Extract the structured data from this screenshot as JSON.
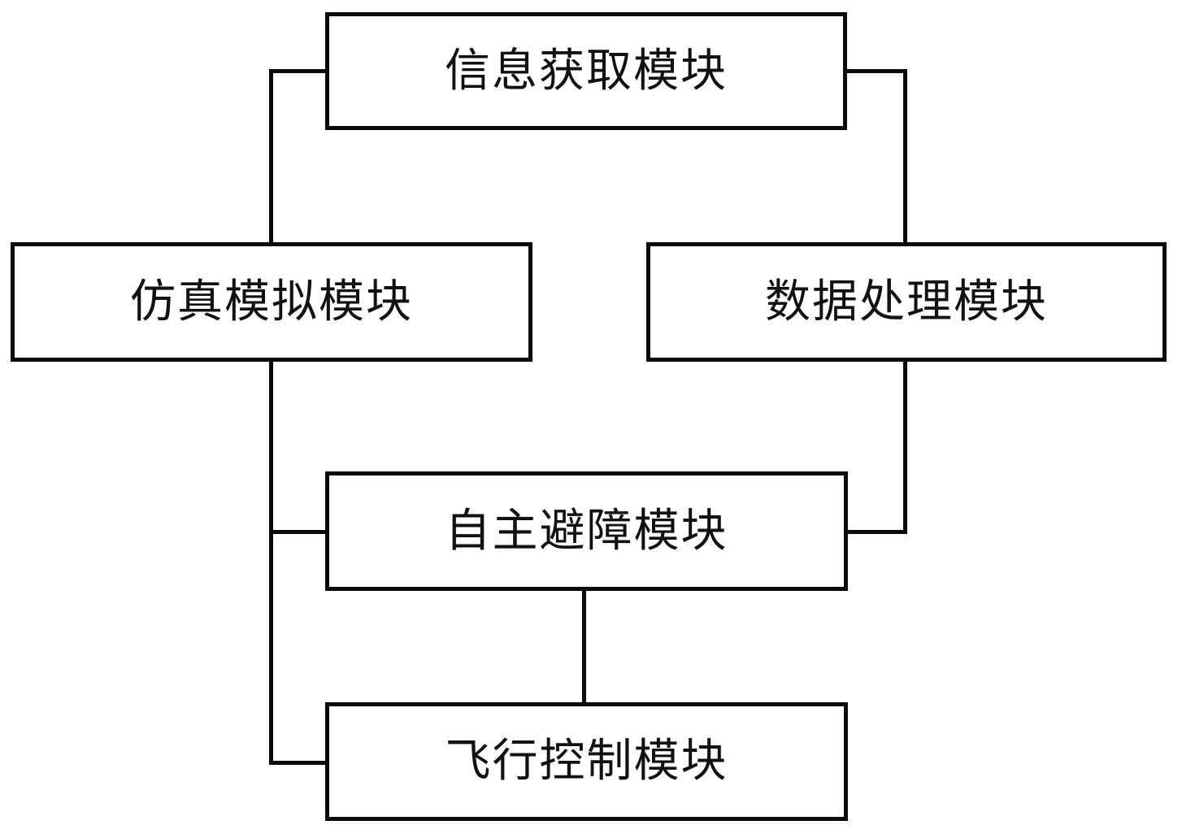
{
  "diagram": {
    "type": "block-diagram",
    "nodes": [
      {
        "id": "info",
        "label": "信息获取模块"
      },
      {
        "id": "sim",
        "label": "仿真模拟模块"
      },
      {
        "id": "data",
        "label": "数据处理模块"
      },
      {
        "id": "avoid",
        "label": "自主避障模块"
      },
      {
        "id": "flight",
        "label": "飞行控制模块"
      }
    ],
    "edges": [
      {
        "from": "info",
        "to": "sim"
      },
      {
        "from": "info",
        "to": "data"
      },
      {
        "from": "sim",
        "to": "avoid"
      },
      {
        "from": "data",
        "to": "avoid"
      },
      {
        "from": "sim",
        "to": "flight"
      },
      {
        "from": "avoid",
        "to": "flight"
      }
    ],
    "colors": {
      "line": "#0a0a0a",
      "text": "#111111",
      "background": "#ffffff"
    }
  }
}
